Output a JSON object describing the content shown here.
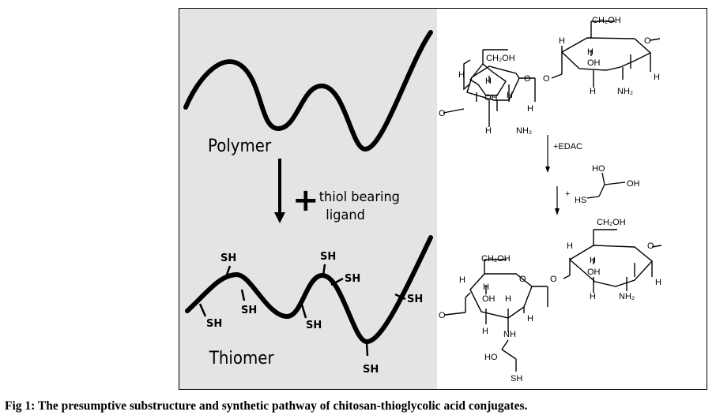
{
  "left": {
    "polymer_label": "Polymer",
    "thiol_label_line1": "thiol bearing",
    "thiol_label_line2": "ligand",
    "plus": "+",
    "thiomer_label": "Thiomer",
    "sh": "SH"
  },
  "right": {
    "ch2oh": "CH₂OH",
    "h": "H",
    "oh": "OH",
    "o": "O",
    "nh2": "NH₂",
    "nh": "NH",
    "ho": "HO",
    "hs": "HS",
    "sh": "SH",
    "edac": "+EDAC",
    "plus": "+"
  },
  "caption": "Fig 1: The presumptive substructure and synthetic pathway of chitosan-thioglycolic acid conjugates."
}
